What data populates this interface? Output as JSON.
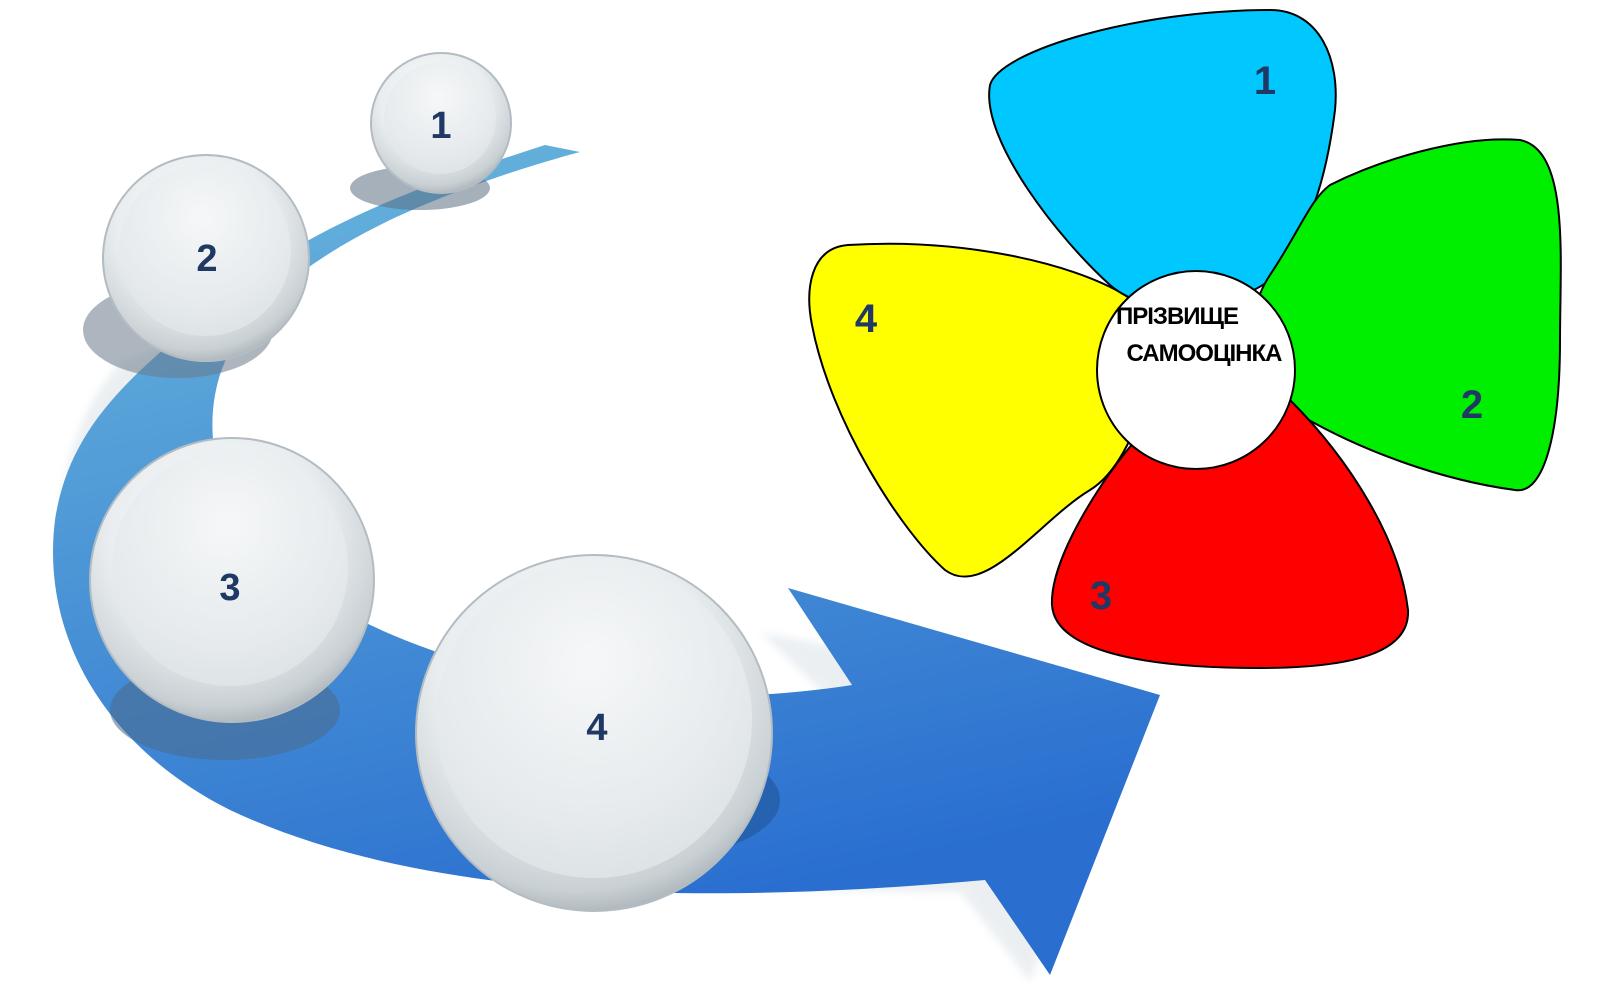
{
  "steps": [
    {
      "number": "1"
    },
    {
      "number": "2"
    },
    {
      "number": "3"
    },
    {
      "number": "4"
    }
  ],
  "flower": {
    "center_line1": "ПРІЗВИЩЕ",
    "center_line2": "САМООЦІНКА",
    "petals": [
      {
        "number": "1",
        "color": "#00c8ff",
        "number_color": "#1f3864"
      },
      {
        "number": "2",
        "color": "#00ee00",
        "number_color": "#1f3864"
      },
      {
        "number": "3",
        "color": "#ff0000",
        "number_color": "#1f3864"
      },
      {
        "number": "4",
        "color": "#ffff00",
        "number_color": "#1f3864"
      }
    ]
  },
  "colors": {
    "arrow_light": "#6bb8dc",
    "arrow_dark": "#2e6fc9"
  }
}
